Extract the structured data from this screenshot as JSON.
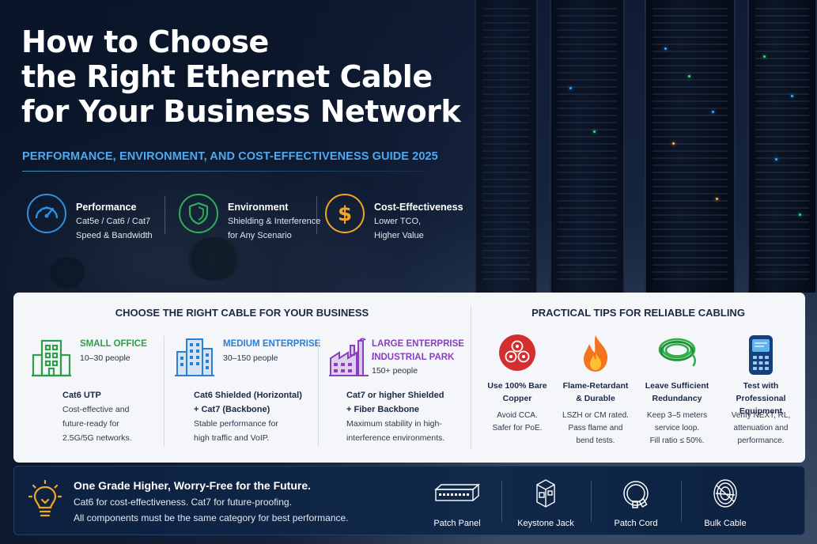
{
  "header": {
    "title_lines": [
      "How to Choose",
      "the Right Ethernet Cable",
      "for Your Business Network"
    ],
    "subtitle": "PERFORMANCE, ENVIRONMENT, AND COST-EFFECTIVENESS GUIDE 2025"
  },
  "pillars": [
    {
      "icon": "speedometer-icon",
      "title": "Performance",
      "line1": "Cat5e / Cat6 / Cat7",
      "line2": "Speed & Bandwidth",
      "color": "#2f8fe0"
    },
    {
      "icon": "shield-icon",
      "title": "Environment",
      "line1": "Shielding & Interference",
      "line2": "for Any Scenario",
      "color": "#2fae5a"
    },
    {
      "icon": "dollar-icon",
      "title": "Cost-Effectiveness",
      "line1": "Lower TCO,",
      "line2": "Higher Value",
      "color": "#f2a623"
    }
  ],
  "choose_section": {
    "title": "CHOOSE THE RIGHT CABLE FOR YOUR BUSINESS",
    "items": [
      {
        "icon": "small-office-building-icon",
        "name_lines": [
          "SMALL OFFICE"
        ],
        "people": "10–30 people",
        "rec_lines": [
          "Cat6 UTP"
        ],
        "desc_lines": [
          "Cost-effective and",
          "future-ready for",
          "2.5G/5G networks."
        ],
        "color": "#2e9e4a"
      },
      {
        "icon": "medium-enterprise-building-icon",
        "name_lines": [
          "MEDIUM ENTERPRISE"
        ],
        "people": "30–150 people",
        "rec_lines": [
          "Cat6 Shielded (Horizontal)",
          "+ Cat7 (Backbone)"
        ],
        "desc_lines": [
          "Stable performance for",
          "high traffic and VoIP."
        ],
        "color": "#2a7fd4"
      },
      {
        "icon": "industrial-park-icon",
        "name_lines": [
          "LARGE ENTERPRISE /",
          "INDUSTRIAL PARK"
        ],
        "people": "150+ people",
        "rec_lines": [
          "Cat7 or higher Shielded",
          "+ Fiber Backbone"
        ],
        "desc_lines": [
          "Maximum stability in high-",
          "interference environments."
        ],
        "color": "#8a3fc2"
      }
    ]
  },
  "tips_section": {
    "title": "PRACTICAL TIPS FOR RELIABLE CABLING",
    "items": [
      {
        "icon": "copper-icon",
        "title_lines": [
          "Use 100% Bare",
          "Copper"
        ],
        "desc_lines": [
          "Avoid CCA.",
          "Safer for PoE."
        ]
      },
      {
        "icon": "flame-icon",
        "title_lines": [
          "Flame-Retardant",
          "& Durable"
        ],
        "desc_lines": [
          "LSZH or CM rated.",
          "Pass flame and",
          "bend tests."
        ]
      },
      {
        "icon": "cable-coil-icon",
        "title_lines": [
          "Leave Sufficient",
          "Redundancy"
        ],
        "desc_lines": [
          "Keep 3–5 meters",
          "service loop.",
          "Fill ratio ≤ 50%."
        ]
      },
      {
        "icon": "cable-tester-icon",
        "title_lines": [
          "Test with Professional",
          "Equipment"
        ],
        "desc_lines": [
          "Verify NEXT, RL,",
          "attenuation and",
          "performance."
        ]
      }
    ]
  },
  "footer": {
    "headline": "One Grade Higher, Worry-Free for the Future.",
    "line2": "Cat6 for cost-effectiveness. Cat7 for future-proofing.",
    "line3": "All components must be the same category for best performance.",
    "components": [
      {
        "icon": "patch-panel-icon",
        "label": "Patch Panel"
      },
      {
        "icon": "keystone-jack-icon",
        "label": "Keystone Jack"
      },
      {
        "icon": "patch-cord-icon",
        "label": "Patch Cord"
      },
      {
        "icon": "bulk-cable-icon",
        "label": "Bulk Cable"
      }
    ]
  },
  "colors": {
    "subtitle": "#4fa8f0",
    "panel_bg": "#f4f6f9",
    "footer_bg": "#10284a",
    "heading_dark": "#1b2a44"
  }
}
